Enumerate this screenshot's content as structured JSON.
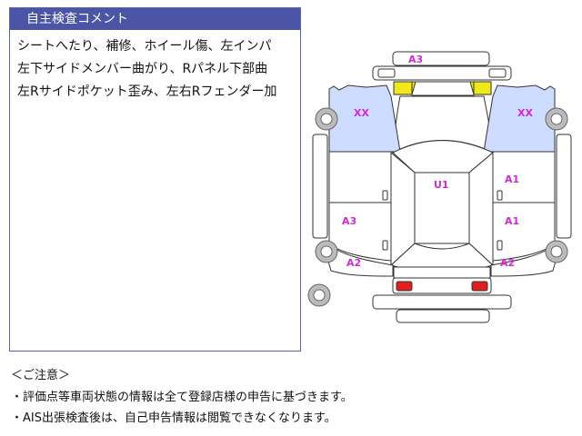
{
  "comment": {
    "title": "自主検査コメント",
    "lines": [
      "シートへたり、補修、ホイール傷、左インパ",
      "左下サイドメンバー曲がり、Rパネル下部曲",
      "左Rサイドポケット歪み、左右Rフェンダー加"
    ]
  },
  "diagram": {
    "labels": {
      "front_bumper": "A3",
      "left_front_fender": "XX",
      "right_front_fender": "XX",
      "roof": "U1",
      "right_front_door": "A1",
      "right_rear_door": "A1",
      "left_rear_door": "A3",
      "left_rear_fender": "A2",
      "right_rear_fender": "A2"
    },
    "colors": {
      "damaged_panel": "#cddcff",
      "headlight": "#f0e818",
      "taillight": "#e02020",
      "label": "#d22ad2"
    }
  },
  "notes": {
    "heading": "＜ご注意＞",
    "lines": [
      "・評価点等車両状態の情報は全て登録店様の申告に基づきます。",
      "・AIS出張検査後は、自己申告情報は閲覧できなくなります。"
    ]
  }
}
